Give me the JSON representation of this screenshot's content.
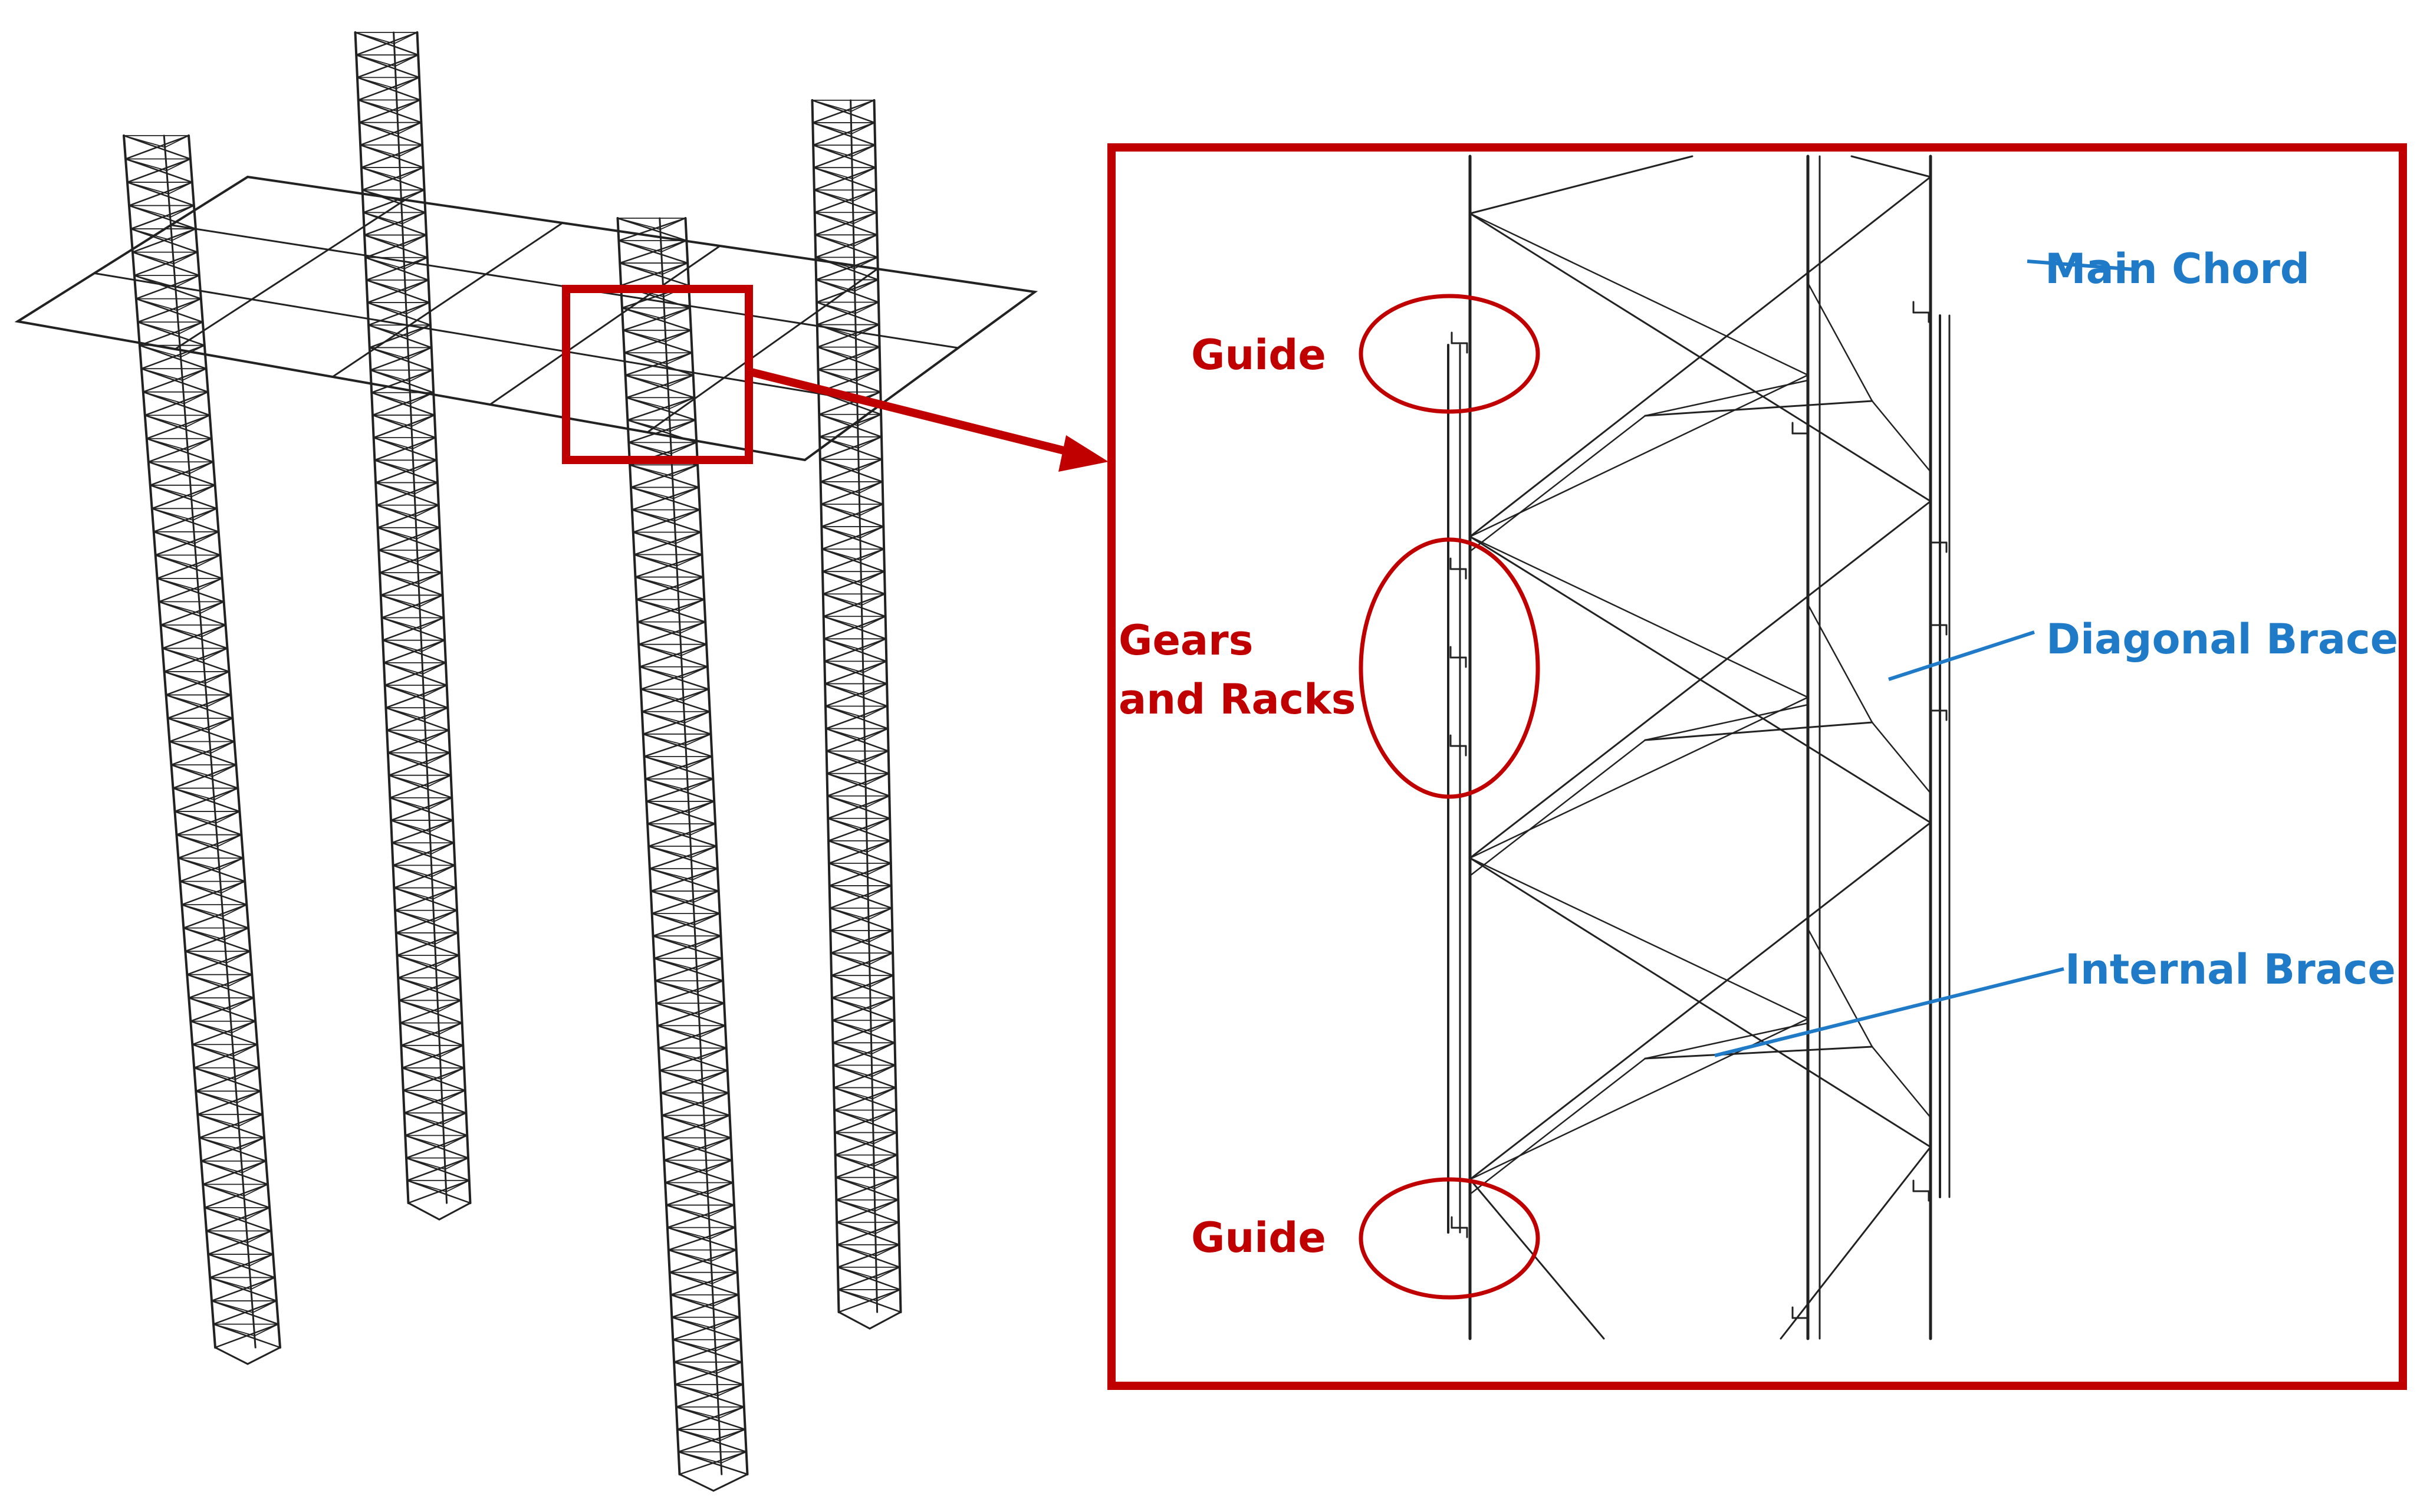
{
  "labels": {
    "guide_top": "Guide",
    "gears_line1": "Gears",
    "gears_line2": "and Racks",
    "guide_bottom": "Guide",
    "main_chord": "Main Chord",
    "diagonal_brace": "Diagonal Brace",
    "internal_brace": "Internal Brace"
  },
  "colors": {
    "red": "#c00000",
    "blue": "#1f7ac7",
    "line": "#222222",
    "background": "#ffffff"
  }
}
